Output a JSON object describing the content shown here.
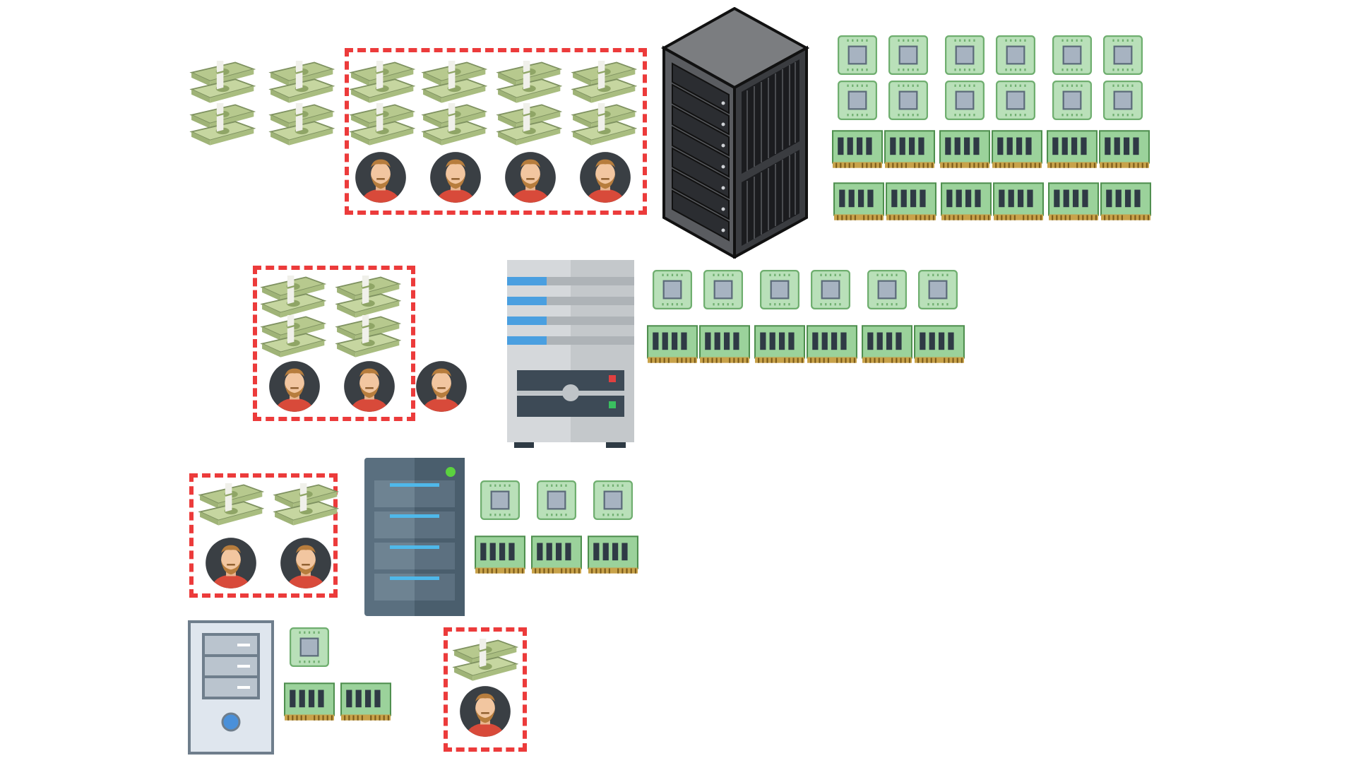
{
  "colors": {
    "dashed_border": "#ec3b3b",
    "money_green": "#c9d8a4",
    "chip_green": "#a9d9a9",
    "ram_green": "#8fc58f",
    "avatar_bg": "#3a3f44",
    "shirt_red": "#d84a3a"
  },
  "icons": {
    "money": "money-stack-icon",
    "person": "bearded-person-icon",
    "cpu": "cpu-chip-icon",
    "ram": "ram-module-icon",
    "rack": "server-rack-icon",
    "tower": "tower-server-icon",
    "server": "blade-server-icon",
    "desktop": "desktop-pc-icon"
  },
  "tiers": [
    {
      "name": "rack-tier",
      "money_outside": 4,
      "money_team": 8,
      "people_team": 4,
      "people_outside": 0,
      "cpus": 12,
      "ram_modules": 12
    },
    {
      "name": "tower-tier",
      "money_outside": 0,
      "money_team": 4,
      "people_team": 2,
      "people_outside": 1,
      "cpus": 6,
      "ram_modules": 6
    },
    {
      "name": "server-tier",
      "money_outside": 0,
      "money_team": 2,
      "people_team": 2,
      "people_outside": 0,
      "cpus": 3,
      "ram_modules": 3
    },
    {
      "name": "desktop-tier",
      "money_outside": 0,
      "money_team": 1,
      "people_team": 1,
      "people_outside": 0,
      "cpus": 1,
      "ram_modules": 2
    }
  ]
}
